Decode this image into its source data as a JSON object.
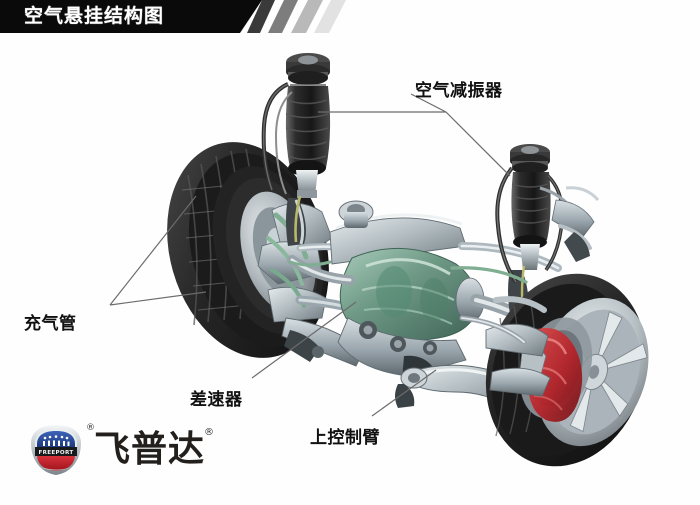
{
  "banner": {
    "title": "空气悬挂结构图",
    "bg_color": "#0a0a0a",
    "text_color": "#ffffff",
    "stripe_colors": [
      "#3a3a3a",
      "#7d7d7d",
      "#b9b9b9",
      "#e2e2e2"
    ]
  },
  "labels": [
    {
      "id": "air-shock-absorber",
      "text": "空气减振器"
    },
    {
      "id": "inflation-tube",
      "text": "充气管"
    },
    {
      "id": "differential",
      "text": "差速器"
    },
    {
      "id": "upper-control-arm",
      "text": "上控制臂"
    }
  ],
  "logo": {
    "emblem_text": "FREEPORT",
    "brand_text": "飞普达",
    "registered_mark_emblem": "®",
    "registered_mark_brand": "®",
    "shield_top_color": "#2a4b9b",
    "shield_bottom_color": "#c8202a",
    "band_color": "#1a1a1a",
    "brand_text_color": "#231f1c"
  },
  "illustration": {
    "name": "air-suspension-cutaway-diagram",
    "description": "汽车空气悬挂系统剖面结构图",
    "parts": [
      "left-tire",
      "right-tire",
      "left-air-spring-strut",
      "right-air-spring-strut",
      "differential-housing",
      "upper-control-arm",
      "lower-control-arm",
      "drive-shaft",
      "brake-disc",
      "brake-caliper",
      "air-lines",
      "subframe"
    ],
    "palette": {
      "tire": "#2b2b2b",
      "metal": "#b9c2c6",
      "metal_dark": "#6d787e",
      "differential_green": "#6f9a86",
      "caliper_red": "#b52026",
      "bellows": "#262626",
      "line_color": "#6b6b6b"
    }
  }
}
